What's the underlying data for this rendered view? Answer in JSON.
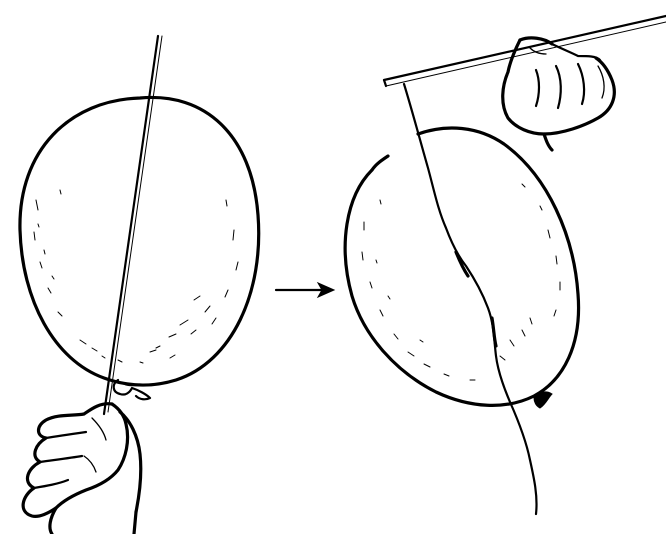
{
  "figure": {
    "panels": [
      {
        "id": "before",
        "content": "balloon-pierced-by-needle"
      },
      {
        "id": "after",
        "content": "balloon-with-needle-removed-and-thread-trailing"
      }
    ],
    "transition": "arrow-right-icon",
    "colors": {
      "ink": "#000000",
      "background": "#ffffff"
    }
  }
}
